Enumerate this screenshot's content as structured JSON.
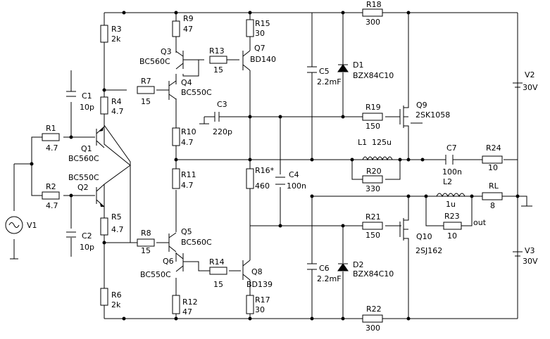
{
  "labels": {
    "R3": "R3",
    "R3v": "2k",
    "R4": "R4",
    "R4v": "4.7",
    "R5": "R5",
    "R5v": "4.7",
    "R6": "R6",
    "R6v": "2k",
    "R1": "R1",
    "R1v": "4.7",
    "R2": "R2",
    "R2v": "4.7",
    "C1": "C1",
    "C1v": "10p",
    "C2": "C2",
    "C2v": "10p",
    "Q1": "Q1",
    "Q1t": "BC560C",
    "Q2": "Q2",
    "Q2t": "BC550C",
    "V1": "V1",
    "R9": "R9",
    "R9v": "47",
    "Q3": "Q3",
    "Q3t": "BC560C",
    "R13": "R13",
    "R13v": "15",
    "Q4": "Q4",
    "Q4t": "BC550C",
    "R7": "R7",
    "R7v": "15",
    "R15": "R15",
    "R15v": "30",
    "Q7": "Q7",
    "Q7t": "BD140",
    "C3": "C3",
    "C3v": "220p",
    "R10": "R10",
    "R10v": "4.7",
    "R11": "R11",
    "R11v": "4.7",
    "R16": "R16*",
    "R16v": "460",
    "C4": "C4",
    "C4v": "100n",
    "R8": "R8",
    "R8v": "15",
    "Q5": "Q5",
    "Q5t": "BC560C",
    "Q6": "Q6",
    "Q6t": "BC550C",
    "R14": "R14",
    "R14v": "15",
    "Q8": "Q8",
    "Q8t": "BD139",
    "R12": "R12",
    "R12v": "47",
    "R17": "R17",
    "R17v": "30",
    "C5": "C5",
    "C5v": "2.2mF",
    "C6": "C6",
    "C6v": "2.2mF",
    "D1": "D1",
    "D1t": "BZX84C10",
    "D2": "D2",
    "D2t": "BZX84C10",
    "R18": "R18",
    "R18v": "300",
    "R19": "R19",
    "R19v": "150",
    "Q9": "Q9",
    "Q9t": "2SK1058",
    "L1": "L1",
    "L1v": "125u",
    "R20": "R20",
    "R20v": "330",
    "C7": "C7",
    "C7v": "100n",
    "R24": "R24",
    "R24v": "10",
    "L2": "L2",
    "L2v": "1u",
    "RL": "RL",
    "RLv": "8",
    "R23": "R23",
    "R23v": "10",
    "out": "out",
    "R21": "R21",
    "R21v": "150",
    "Q10": "Q10",
    "Q10t": "2SJ162",
    "R22": "R22",
    "R22v": "300",
    "V2": "V2",
    "V2v": "30V",
    "V3": "V3",
    "V3v": "30V"
  }
}
